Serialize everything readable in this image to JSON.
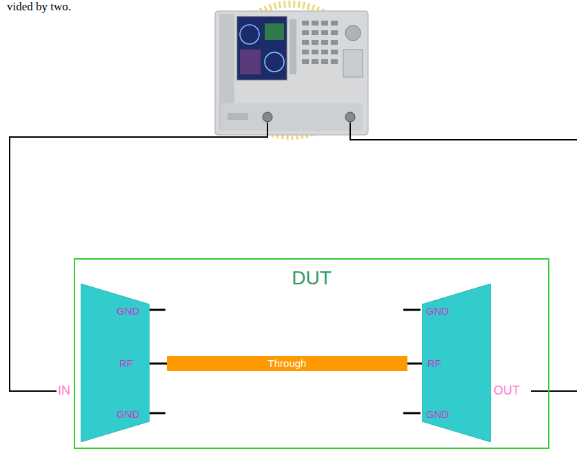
{
  "diagram": {
    "nodes": [
      {
        "text": [
          "DUT"
        ]
      },
      {
        "text": [
          "GND",
          "RF",
          "GND"
        ],
        "in": 0
      },
      {
        "text": [
          "Through"
        ],
        "in": 0
      },
      {
        "text": [
          "GND",
          "RF",
          "GND"
        ],
        "in": 0
      }
    ],
    "edges": [
      {
        "from": 1,
        "to": 2,
        "arrow": "none"
      },
      {
        "from": 2,
        "to": 3,
        "arrow": "none"
      }
    ],
    "labels": [
      "vided by two.",
      "IN",
      "OUT"
    ]
  }
}
